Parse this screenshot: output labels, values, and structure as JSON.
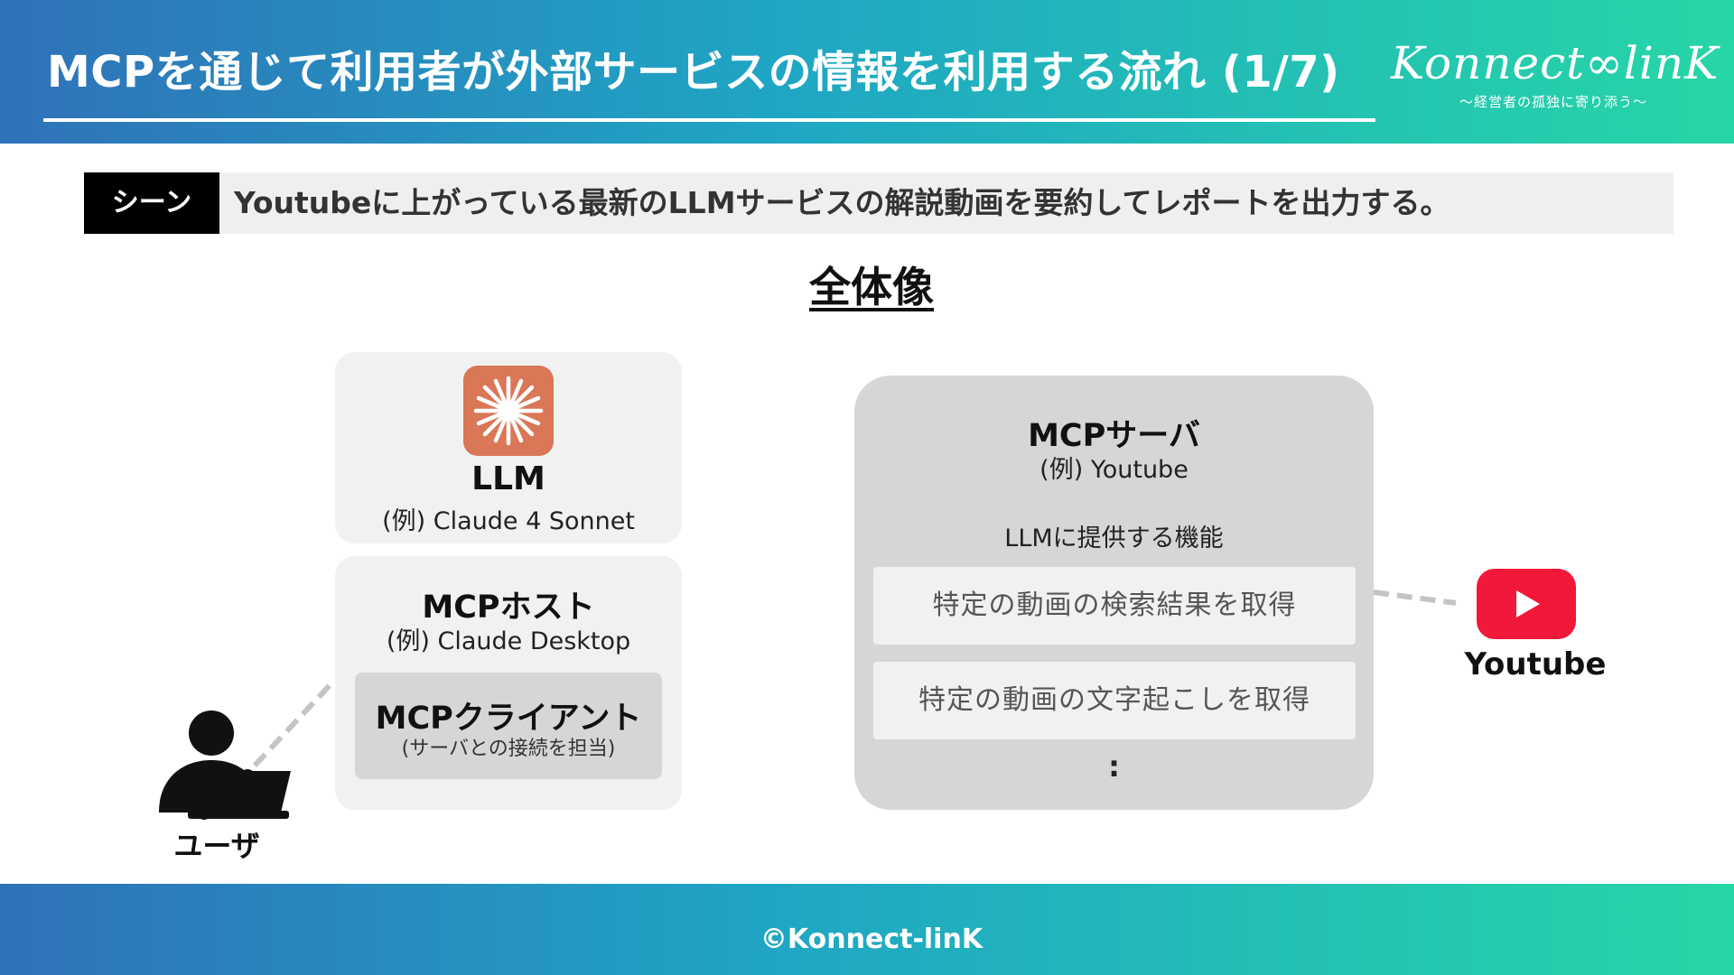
{
  "header": {
    "title": "MCPを通じて利用者が外部サービスの情報を利用する流れ (1/7)",
    "logo_main": "Konnect∞linK",
    "logo_sub": "〜経営者の孤独に寄り添う〜"
  },
  "scene": {
    "tag": "シーン",
    "text": "Youtubeに上がっている最新のLLMサービスの解説動画を要約してレポートを出力する。"
  },
  "overview_title": "全体像",
  "llm": {
    "icon": "claude-icon",
    "title": "LLM",
    "example": "(例) Claude 4 Sonnet"
  },
  "host": {
    "title": "MCPホスト",
    "example": "(例) Claude Desktop",
    "client_title": "MCPクライアント",
    "client_note": "(サーバとの接続を担当)"
  },
  "server": {
    "title": "MCPサーバ",
    "example": "(例) Youtube",
    "provided_label": "LLMに提供する機能",
    "functions": [
      "特定の動画の検索結果を取得",
      "特定の動画の文字起こしを取得"
    ],
    "more": ":"
  },
  "youtube": {
    "icon": "youtube-icon",
    "label": "Youtube",
    "color": "#f2183a"
  },
  "user": {
    "icon": "user-at-laptop-icon",
    "label": "ユーザ"
  },
  "footer": {
    "text": "©Konnect-linK"
  },
  "colors": {
    "gradient_start": "#2f72b8",
    "gradient_end": "#27d6a6",
    "claude_orange": "#d97757"
  }
}
